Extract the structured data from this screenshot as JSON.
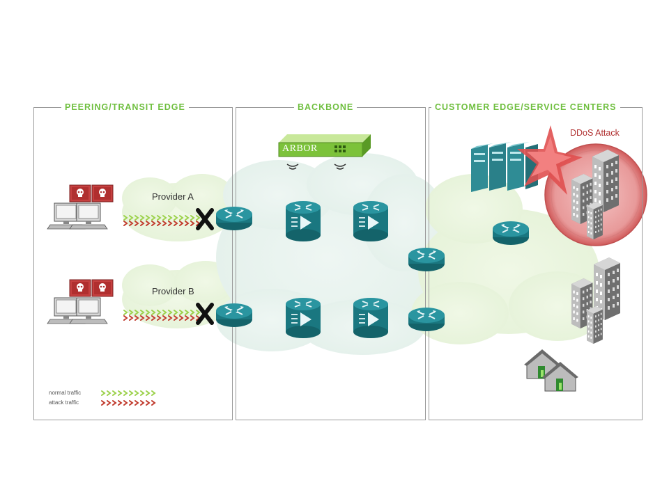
{
  "panels": {
    "peering": "PEERING/TRANSIT EDGE",
    "backbone": "BACKBONE",
    "customer": "CUSTOMER EDGE/SERVICE CENTERS"
  },
  "providers": {
    "a": "Provider A",
    "b": "Provider B"
  },
  "device": {
    "brand": "ARBOR"
  },
  "attack": {
    "label": "DDoS Attack"
  },
  "legend": {
    "normal": "normal traffic",
    "attack": "attack traffic"
  },
  "colors": {
    "panel_title": "#6fbf3f",
    "attack_arrow": "#c0392b",
    "normal_arrow": "#9bd14a",
    "router": "#1e7f86",
    "cloud": "#e6f3e6",
    "ddos_text": "#b03030"
  },
  "icons": [
    "router-icon",
    "router-switch-icon",
    "computer-icon",
    "skull-icon",
    "server-rack-icon",
    "building-icon",
    "house-icon",
    "ddos-burst-icon",
    "block-x-icon"
  ]
}
